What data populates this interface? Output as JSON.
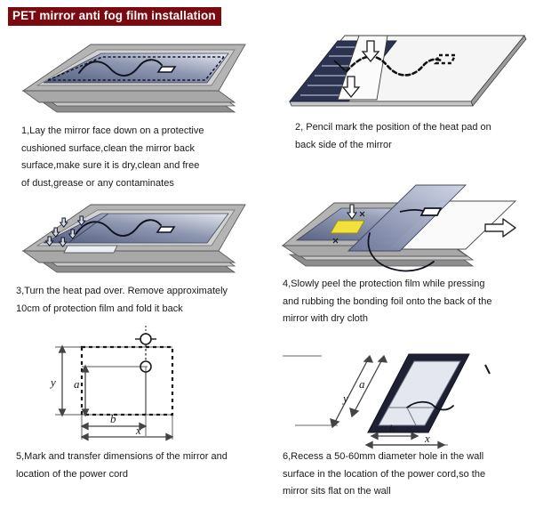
{
  "title": "PET mirror anti fog film installation",
  "colors": {
    "title_bg": "#7b0a10",
    "title_text": "#ffffff",
    "frame_grey": "#9a9a9a",
    "frame_dark": "#6e6e6e",
    "glass_blue_dark": "#5d6886",
    "glass_blue_light": "#dfe3ee",
    "heatpad_navy": "#2c3350",
    "foil_yellow": "#f2e03c",
    "film_white": "#f4f4f4",
    "line_black": "#1a1a1a",
    "text": "#1a1a1a"
  },
  "steps": [
    {
      "number": "1",
      "figure_name": "mirror-face-down-illustration",
      "caption_lines": [
        "1,Lay the mirror face down on a protective",
        " cushioned surface,clean the mirror back",
        " surface,make sure it is dry,clean and free",
        "of dust,grease or any contaminates"
      ]
    },
    {
      "number": "2",
      "figure_name": "pencil-mark-heat-pad-illustration",
      "caption_lines": [
        "2, Pencil mark the position of the heat pad on",
        " back side of the mirror"
      ]
    },
    {
      "number": "3",
      "figure_name": "turn-heat-pad-over-illustration",
      "caption_lines": [
        "3,Turn the heat pad over. Remove approximately",
        "10cm of protection film and fold it back"
      ]
    },
    {
      "number": "4",
      "figure_name": "peel-protection-film-illustration",
      "caption_lines": [
        "4,Slowly peel the protection film while pressing",
        "and rubbing the bonding foil onto the back  of the",
        "mirror with dry cloth"
      ]
    },
    {
      "number": "5",
      "figure_name": "dimension-transfer-diagram",
      "caption_lines": [
        "5,Mark and transfer dimensions of the mirror and",
        " location of the power cord"
      ]
    },
    {
      "number": "6",
      "figure_name": "wall-recess-diagram",
      "caption_lines": [
        "6,Recess a 50-60mm diameter hole in the wall",
        "surface in the location of the power cord,so the",
        "mirror sits flat on the wall"
      ]
    }
  ],
  "dimension_labels": {
    "y": "y",
    "a": "a",
    "b": "b",
    "x": "x"
  }
}
